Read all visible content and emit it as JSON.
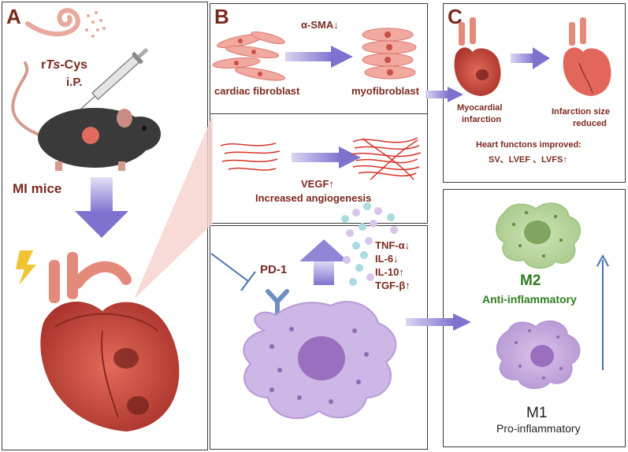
{
  "panels": {
    "a": {
      "letter": "A",
      "drug_prefix": "r",
      "drug_italic": "Ts",
      "drug_suffix": "-Cys",
      "route": "i.P.",
      "model": "MI mice"
    },
    "b": {
      "letter": "B",
      "fibro": {
        "marker": "α-SMA↓",
        "from": "cardiac fibroblast",
        "to": "myofibroblast"
      },
      "angio": {
        "marker": "VEGF↑",
        "effect": "Increased angiogenesis"
      },
      "immune": {
        "receptor": "PD-1",
        "cytokines": [
          "TNF-α↓",
          "IL-6↓",
          "IL-10↑",
          "TGF-β↑"
        ]
      }
    },
    "c": {
      "letter": "C",
      "left_label_1": "Myocardial",
      "left_label_2": "infarction",
      "right_label_1": "Infarction size",
      "right_label_2": "reduced",
      "function_title": "Heart functons improved:",
      "function_items": "SV、LVEF 、LVFS↑"
    },
    "macro": {
      "m2": "M2",
      "m2_desc": "Anti-inflammatory",
      "m1": "M1",
      "m1_desc": "Pro-inflammatory"
    }
  },
  "colors": {
    "label_red": "#7b2a1e",
    "arrow_purple": "#8f86d6",
    "m2_green": "#2e7d1f",
    "line_blue": "#4a72b0"
  }
}
